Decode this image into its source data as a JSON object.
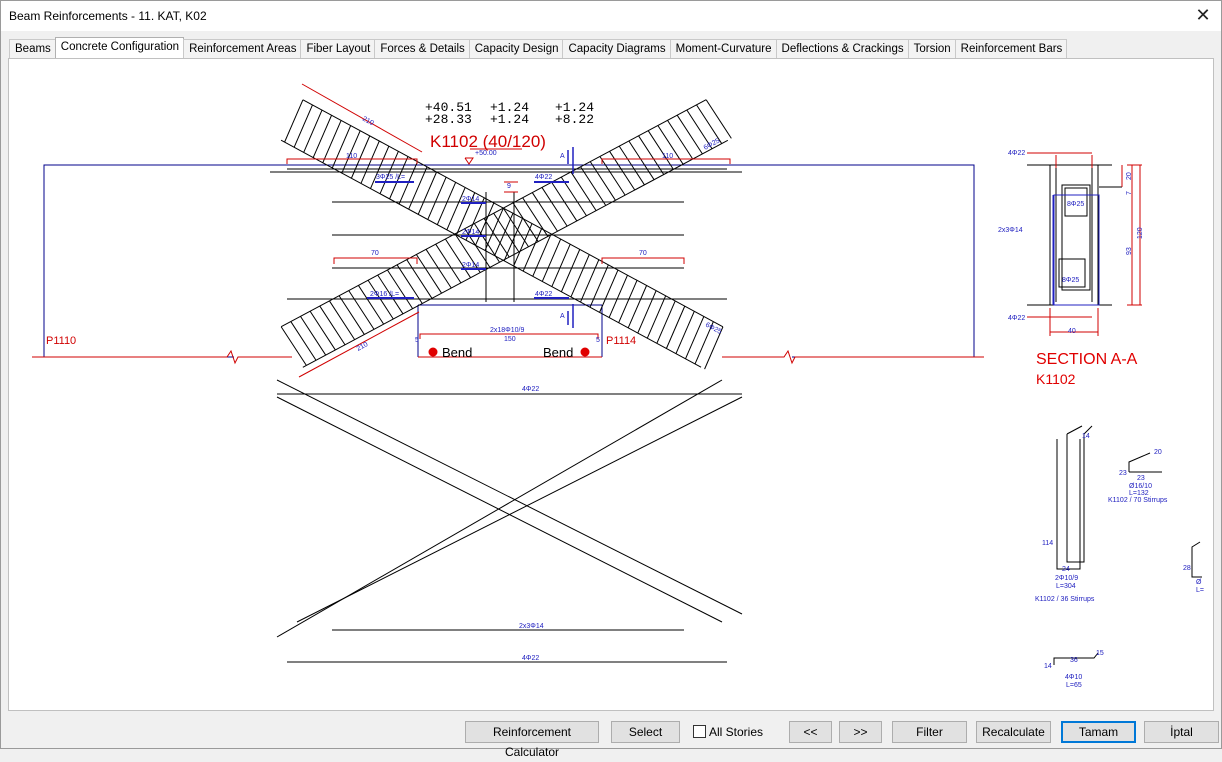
{
  "window": {
    "title": "Beam Reinforcements - 11. KAT, K02"
  },
  "tabs": [
    {
      "label": "Beams",
      "active": false
    },
    {
      "label": "Concrete Configuration",
      "active": true
    },
    {
      "label": "Reinforcement Areas",
      "active": false
    },
    {
      "label": "Fiber Layout",
      "active": false
    },
    {
      "label": "Forces & Details",
      "active": false
    },
    {
      "label": "Capacity Design",
      "active": false
    },
    {
      "label": "Capacity Diagrams",
      "active": false
    },
    {
      "label": "Moment-Curvature",
      "active": false
    },
    {
      "label": "Deflections & Crackings",
      "active": false
    },
    {
      "label": "Torsion",
      "active": false
    },
    {
      "label": "Reinforcement Bars",
      "active": false
    }
  ],
  "drawing": {
    "moments": {
      "top_left": "+40.51",
      "top_mid": "+1.24",
      "top_right": "+1.24",
      "bot_left": "+28.33",
      "bot_mid": "+1.24",
      "bot_right": "+8.22"
    },
    "beam_title": "K1102 (40/120)",
    "elevation": "+50.00",
    "left_support": "P1110",
    "right_support": "P1114",
    "bend_left": "Bend",
    "bend_right": "Bend",
    "section_title": "SECTION A-A",
    "section_beam": "K1102",
    "labels": {
      "diag_len_tl": "210",
      "diag_len_tr": "6Φ25",
      "diag_len_br": "6Φ25",
      "diag_len_bl": "210",
      "top_left_ext": "110",
      "top_right_ext": "110",
      "section_mark_top": "A",
      "section_mark_bot": "A",
      "diag_bars": "3Φ25 /L=",
      "top_bars": "4Φ22",
      "skin_1": "2Φ14",
      "skin_2": "2Φ14",
      "skin_3": "2Φ14",
      "bot_bars": "4Φ22",
      "diag_bars_bot": "2Φ16 /L=",
      "stirrups": "2x18Φ10/9",
      "span": "150",
      "dim_9": "9",
      "dim_70_left": "70",
      "dim_70_right": "70",
      "left_ext_5": "5",
      "right_ext_5": "5",
      "list_top": "4Φ22",
      "list_skin": "2x3Φ14",
      "list_bot": "4Φ22"
    },
    "section": {
      "top_bars": "4Φ22",
      "skin_bars": "2x3Φ14",
      "bot_bars": "4Φ22",
      "diag_top": "8Φ25",
      "diag_bot": "8Φ25",
      "width": "40",
      "height": "120",
      "dim_93": "93",
      "dim_20": "20",
      "dim_7": "7"
    },
    "bar_details": {
      "stirrup_a_dims": {
        "a": "14",
        "b": "114",
        "c": "24"
      },
      "stirrup_a_spec": "2Φ10/9",
      "stirrup_a_len": "L=304",
      "stirrup_a_name": "K1102 / 36 Stirrups",
      "stirrup_b_dims": {
        "a": "20",
        "b": "23",
        "c": "23"
      },
      "stirrup_b_spec": "Ø16/10",
      "stirrup_b_len": "L=132",
      "stirrup_b_name": "K1102 / 70 Stirrups",
      "tie_dims": {
        "a": "15",
        "b": "36",
        "c": "14"
      },
      "tie_spec": "4Φ10",
      "tie_len": "L=65",
      "partial_dim": "28",
      "partial_spec": "Ø",
      "partial_len": "L="
    }
  },
  "buttons": {
    "calculator": "Reinforcement Calculator",
    "select": "Select",
    "all_stories": "All Stories",
    "prev": "<<",
    "next": ">>",
    "filter": "Filter",
    "recalculate": "Recalculate",
    "ok": "Tamam",
    "cancel": "İptal"
  },
  "colors": {
    "beam": "#00008b",
    "annotation": "#d00000",
    "dimension": "#2020c0",
    "bend_dot": "#e00000"
  }
}
